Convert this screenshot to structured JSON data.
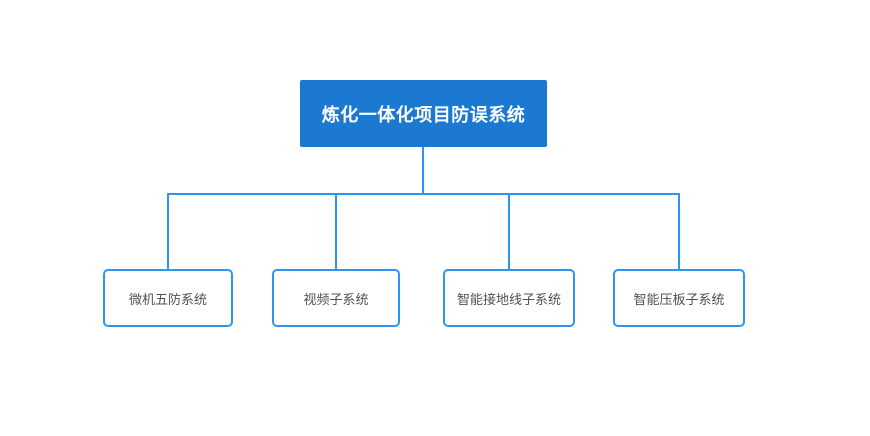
{
  "diagram": {
    "root": {
      "label": "炼化一体化项目防误系统"
    },
    "children": [
      {
        "label": "微机五防系统"
      },
      {
        "label": "视频子系统"
      },
      {
        "label": "智能接地线子系统"
      },
      {
        "label": "智能压板子系统"
      }
    ],
    "colors": {
      "root_fill": "#1c79d2",
      "root_text": "#ffffff",
      "line": "#2e95f2",
      "child_border": "#2e95f2",
      "child_text": "#515151",
      "background": "#ffffff"
    }
  }
}
